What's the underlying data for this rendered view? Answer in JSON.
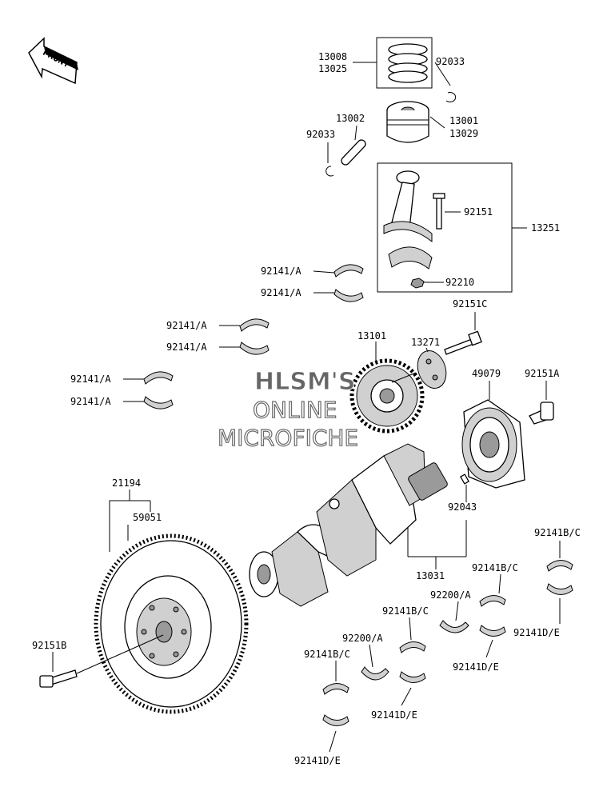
{
  "front_badge": "FRONT",
  "watermark": {
    "line1": "HLSM'S",
    "line2": "ONLINE",
    "line3": "MICROFICHE"
  },
  "labels": {
    "l13008": "13008",
    "l13025": "13025",
    "l92033a": "92033",
    "l13002": "13002",
    "l13001": "13001",
    "l13029": "13029",
    "l92033b": "92033",
    "l92151": "92151",
    "l13251": "13251",
    "l92210": "92210",
    "l92141a1": "92141/A",
    "l92141a2": "92141/A",
    "l92151c": "92151C",
    "l92141a3": "92141/A",
    "l92141a4": "92141/A",
    "l13101": "13101",
    "l13271": "13271",
    "l92141a5": "92141/A",
    "l92141a6": "92141/A",
    "l49079": "49079",
    "l92151a": "92151A",
    "l21194": "21194",
    "l59051": "59051",
    "l92043": "92043",
    "l92141bc1": "92141B/C",
    "l13031": "13031",
    "l92141bc2": "92141B/C",
    "l92200a1": "92200/A",
    "l92141bc3": "92141B/C",
    "l92141de1": "92141D/E",
    "l92200a2": "92200/A",
    "l92141bc4": "92141B/C",
    "l92151b": "92151B",
    "l92141de2": "92141D/E",
    "l92141de3": "92141D/E",
    "l92141de4": "92141D/E"
  }
}
